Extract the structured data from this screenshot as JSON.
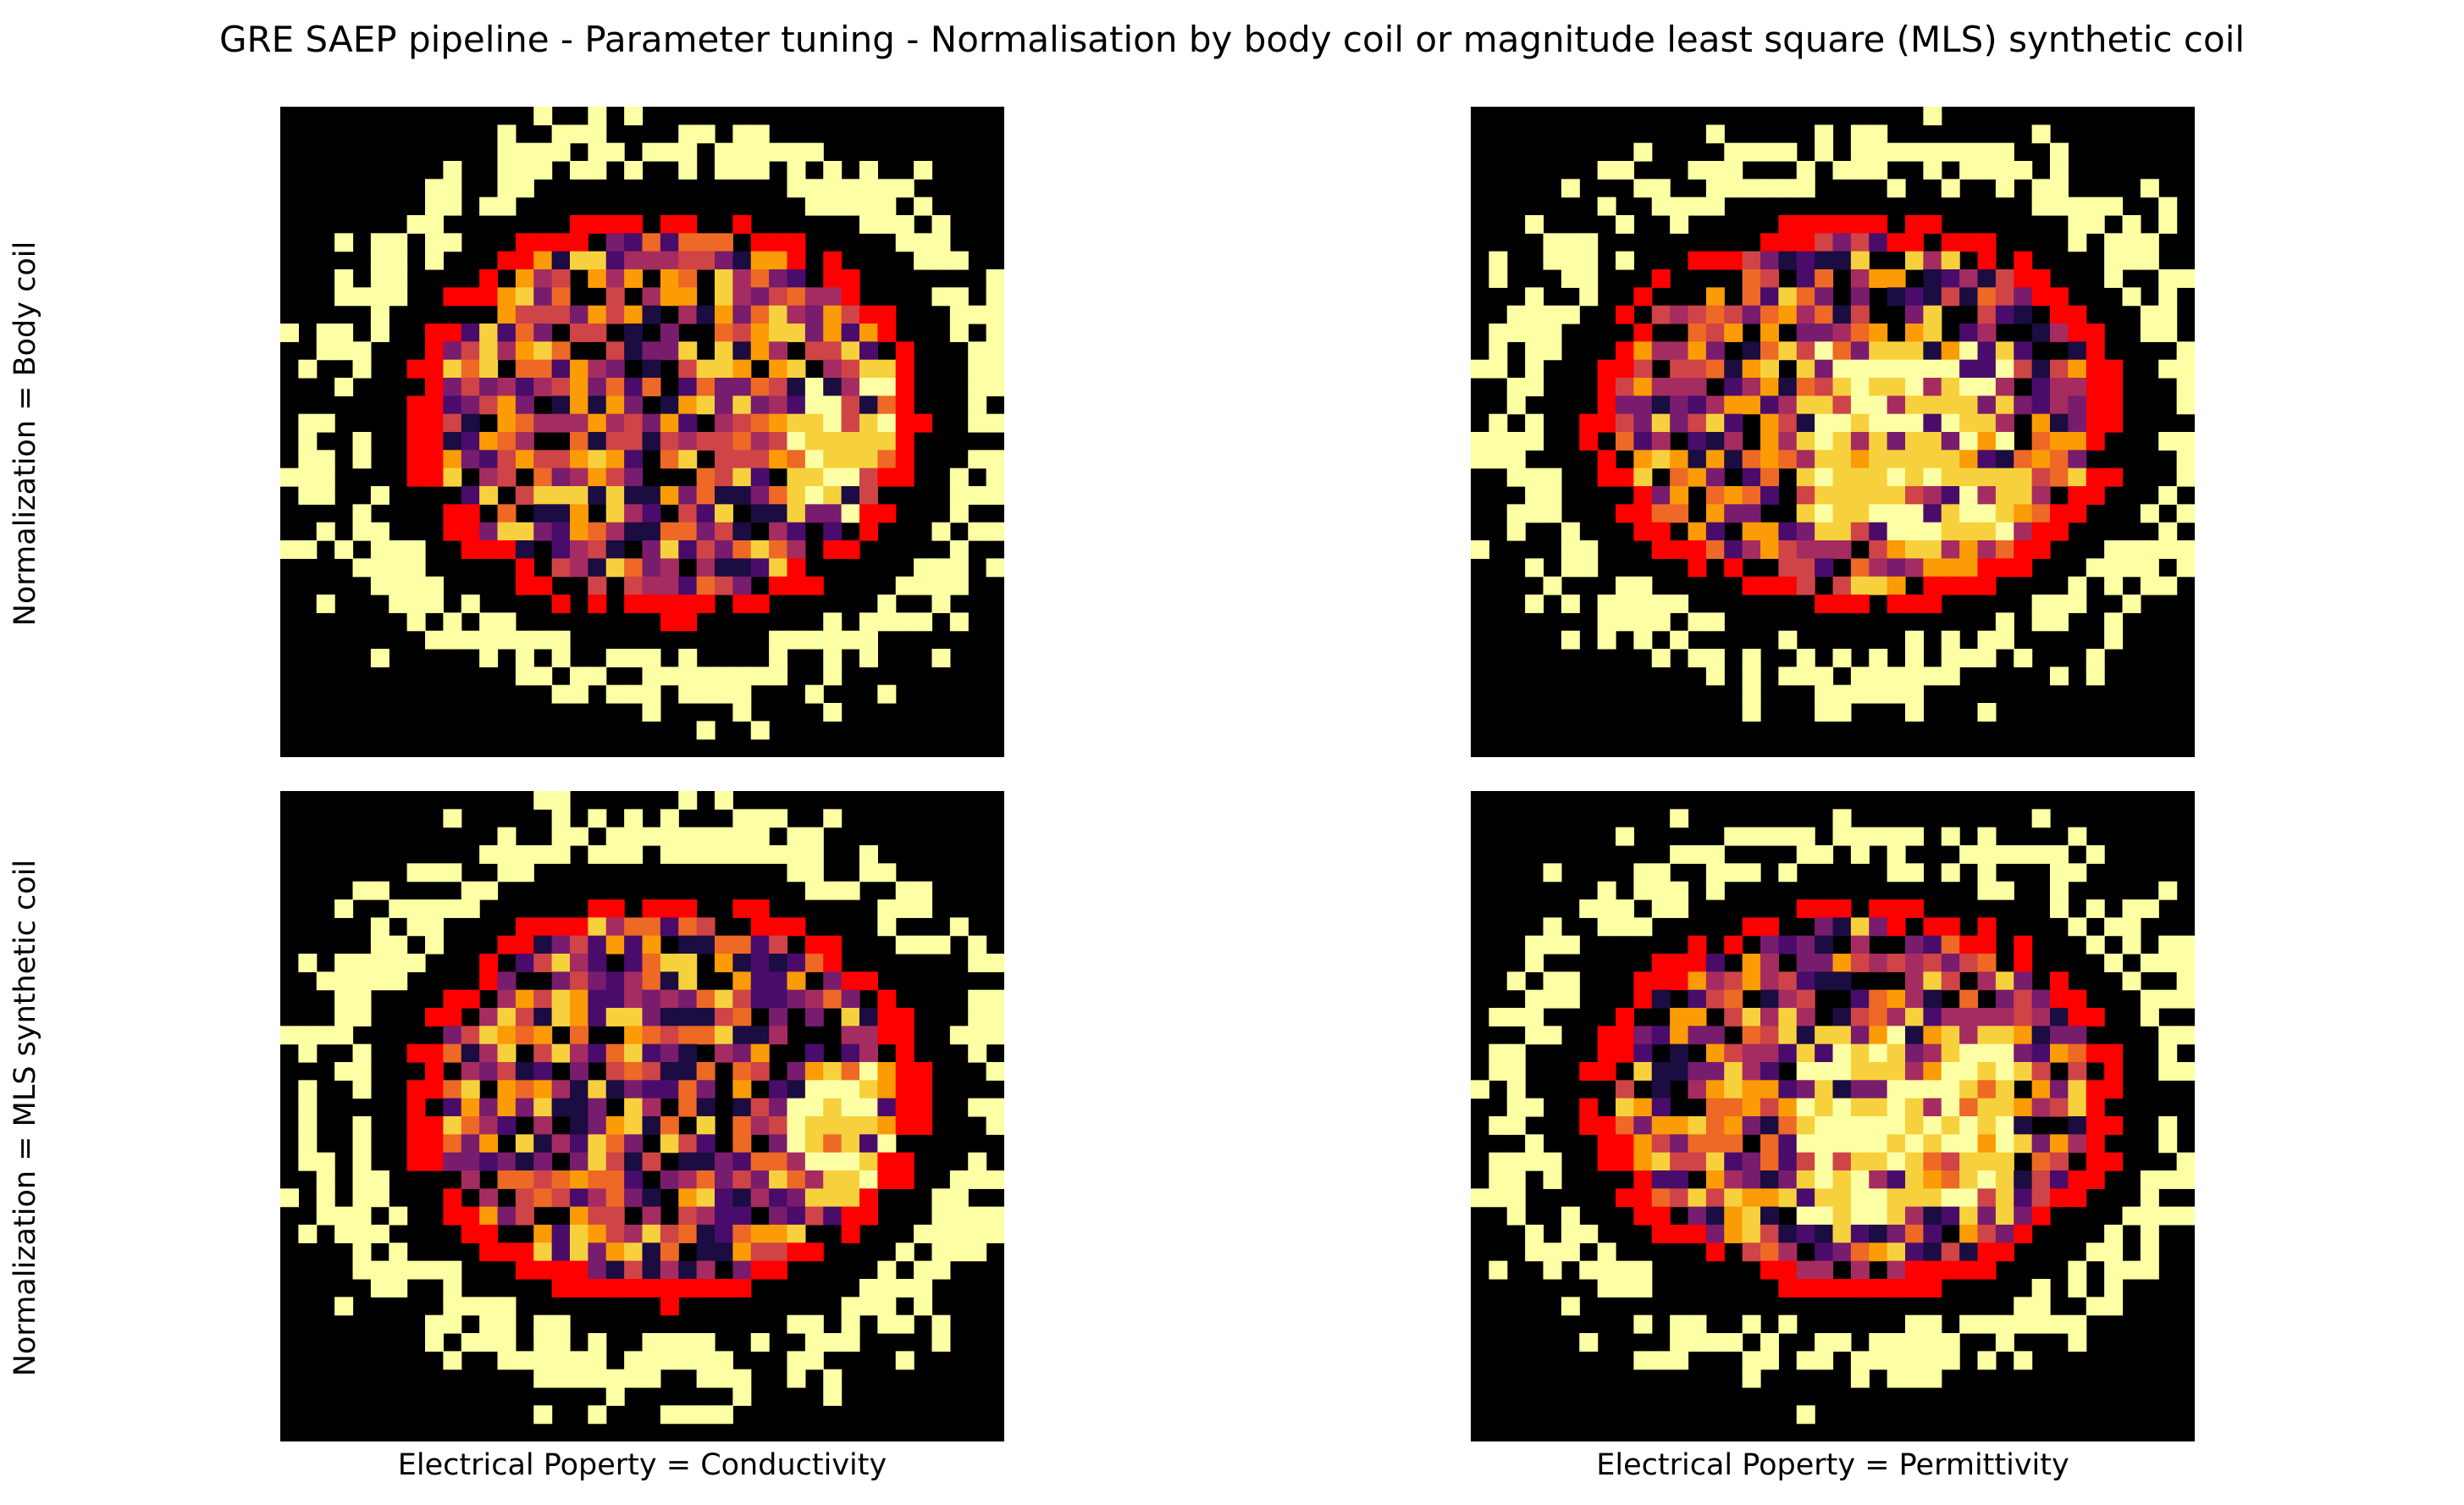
{
  "title": "GRE SAEP pipeline - Parameter tuning - Normalisation by body coil or magnitude least square (MLS) synthetic coil",
  "row_labels": [
    "Normalization = Body coil",
    "Normalization = MLS synthetic coil"
  ],
  "col_labels": [
    "Electrical Poperty = Conductivity",
    "Electrical Poperty = Permittivity"
  ],
  "colors": {
    "background": "#000000",
    "mask_outline": "#ff0000",
    "colormap": "inferno",
    "high_values": "#fcffa4"
  },
  "chart_data": {
    "type": "heatmap",
    "title": "GRE SAEP pipeline - Parameter tuning - Normalisation by body coil or magnitude least square (MLS) synthetic coil",
    "grid": false,
    "axes_ticks": false,
    "rows": [
      "Normalization = Body coil",
      "Normalization = MLS synthetic coil"
    ],
    "columns": [
      "Electrical Poperty = Conductivity",
      "Electrical Poperty = Permittivity"
    ],
    "panels": [
      {
        "row": "Normalization = Body coil",
        "column": "Electrical Poperty = Conductivity",
        "colormap": "inferno",
        "mask_outline_color": "#ff0000",
        "matrix_cols": 40,
        "matrix_rows": 36
      },
      {
        "row": "Normalization = Body coil",
        "column": "Electrical Poperty = Permittivity",
        "colormap": "inferno",
        "mask_outline_color": "#ff0000",
        "matrix_cols": 40,
        "matrix_rows": 36
      },
      {
        "row": "Normalization = MLS synthetic coil",
        "column": "Electrical Poperty = Conductivity",
        "colormap": "inferno",
        "mask_outline_color": "#ff0000",
        "matrix_cols": 40,
        "matrix_rows": 36
      },
      {
        "row": "Normalization = MLS synthetic coil",
        "column": "Electrical Poperty = Permittivity",
        "colormap": "inferno",
        "mask_outline_color": "#ff0000",
        "matrix_cols": 40,
        "matrix_rows": 36
      }
    ]
  }
}
